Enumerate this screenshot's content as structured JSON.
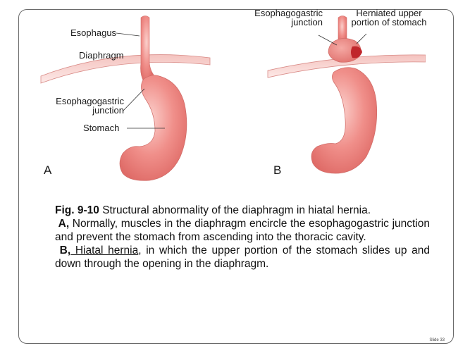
{
  "figure": {
    "panel_a": {
      "letter": "A",
      "labels": {
        "esophagus": "Esophagus",
        "diaphragm": "Diaphragm",
        "junction_line1": "Esophagogastric",
        "junction_line2": "junction",
        "stomach": "Stomach"
      }
    },
    "panel_b": {
      "letter": "B",
      "labels": {
        "junction_line1": "Esophagogastric",
        "junction_line2": "junction",
        "herniated_line1": "Herniated upper",
        "herniated_line2": "portion of stomach"
      }
    },
    "colors": {
      "stomach": "#ef8a87",
      "diaphragm": "#f3b6b2",
      "hernia_dark": "#c0262b"
    }
  },
  "caption": {
    "fig_label": "Fig. 9-10",
    "fig_text": " Structural abnormality of the diaphragm in hiatal hernia.",
    "a_label": "A,",
    "a_text": " Normally, muscles in the diaphragm encircle the esophagogastric junction and prevent the stomach from ascending into the thoracic cavity.",
    "b_label": "B,",
    "b_link": " Hiatal hernia",
    "b_text": ", in which the upper portion of the stomach slides up and down through the opening in the diaphragm."
  },
  "slide_number": "Slide 33"
}
